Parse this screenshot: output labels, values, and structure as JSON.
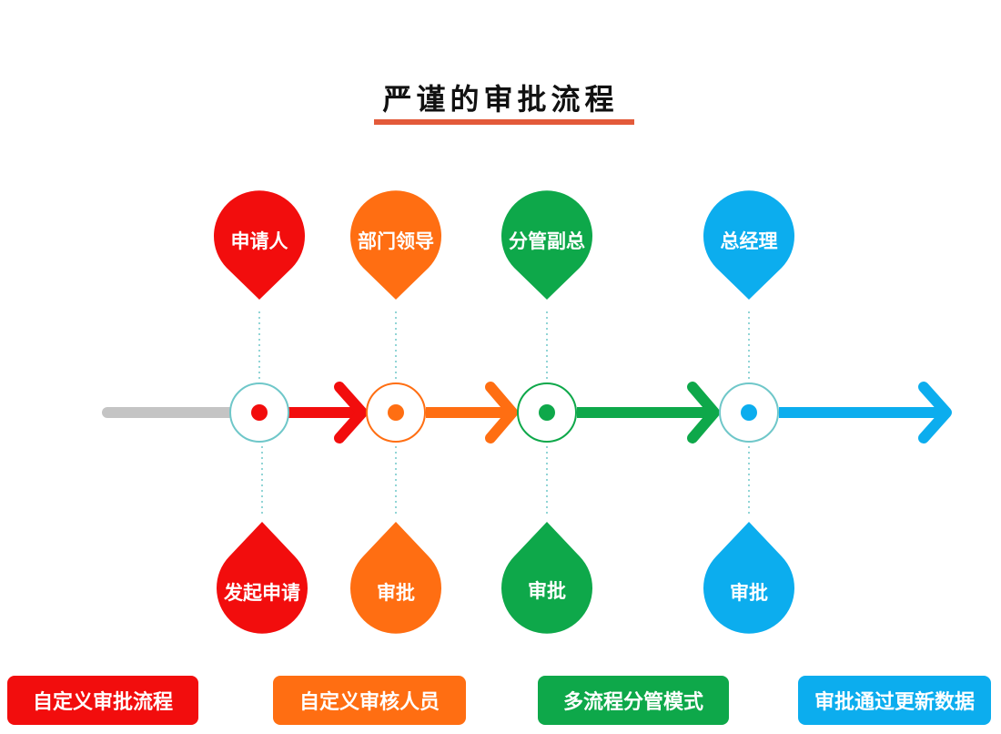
{
  "title": "严谨的审批流程",
  "colors": {
    "red": "#f20d0d",
    "orange": "#ff6e12",
    "green": "#0ea84a",
    "blue": "#0cadee",
    "gray": "#c4c4c4",
    "underline": "#e35a3a",
    "connector": "#6fc7c9"
  },
  "stages": [
    {
      "role": "申请人",
      "action": "发起申请",
      "color": "#f20d0d"
    },
    {
      "role": "部门领导",
      "action": "审批",
      "color": "#ff6e12"
    },
    {
      "role": "分管副总",
      "action": "审批",
      "color": "#0ea84a"
    },
    {
      "role": "总经理",
      "action": "审批",
      "color": "#0cadee"
    }
  ],
  "features": [
    {
      "label": "自定义审批流程",
      "color": "#f20d0d"
    },
    {
      "label": "自定义审核人员",
      "color": "#ff6e12"
    },
    {
      "label": "多流程分管模式",
      "color": "#0ea84a"
    },
    {
      "label": "审批通过更新数据",
      "color": "#0cadee"
    }
  ]
}
